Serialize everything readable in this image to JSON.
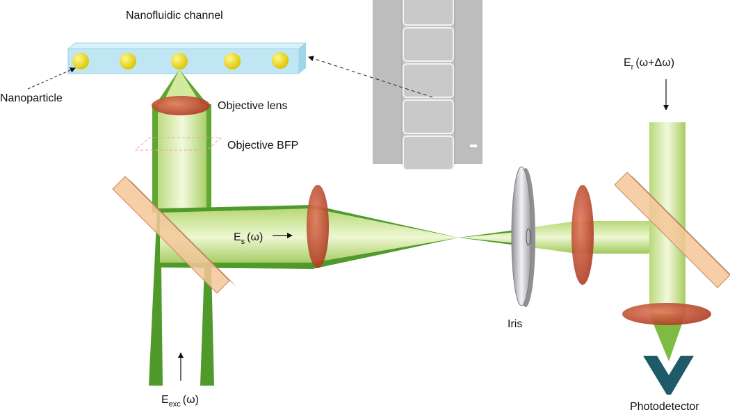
{
  "labels": {
    "nanofluidic_channel": "Nanofluidic channel",
    "nanoparticle": "Nanoparticle",
    "objective_lens": "Objective lens",
    "objective_bfp": "Objective BFP",
    "iris": "Iris",
    "photodetector": "Photodetector",
    "scattered_field": {
      "base": "E",
      "sub": "s",
      "arg": "(ω)"
    },
    "excitation_field": {
      "base": "E",
      "sub": "exc",
      "arg": "(ω)"
    },
    "reference_field": {
      "base": "E",
      "sub": "r",
      "arg": "(ω+Δω)"
    }
  },
  "colors": {
    "beam_dark": "#4f9a2a",
    "beam_light": "#cfe79a",
    "lens": "#c0462a",
    "splitter": "#f5c79a",
    "channel": "#bfe6f2",
    "particle": "#f2e21a",
    "iris": "#a9a9ad",
    "detector": "#1f5a68",
    "sem_bg": "#bdbdbd"
  }
}
